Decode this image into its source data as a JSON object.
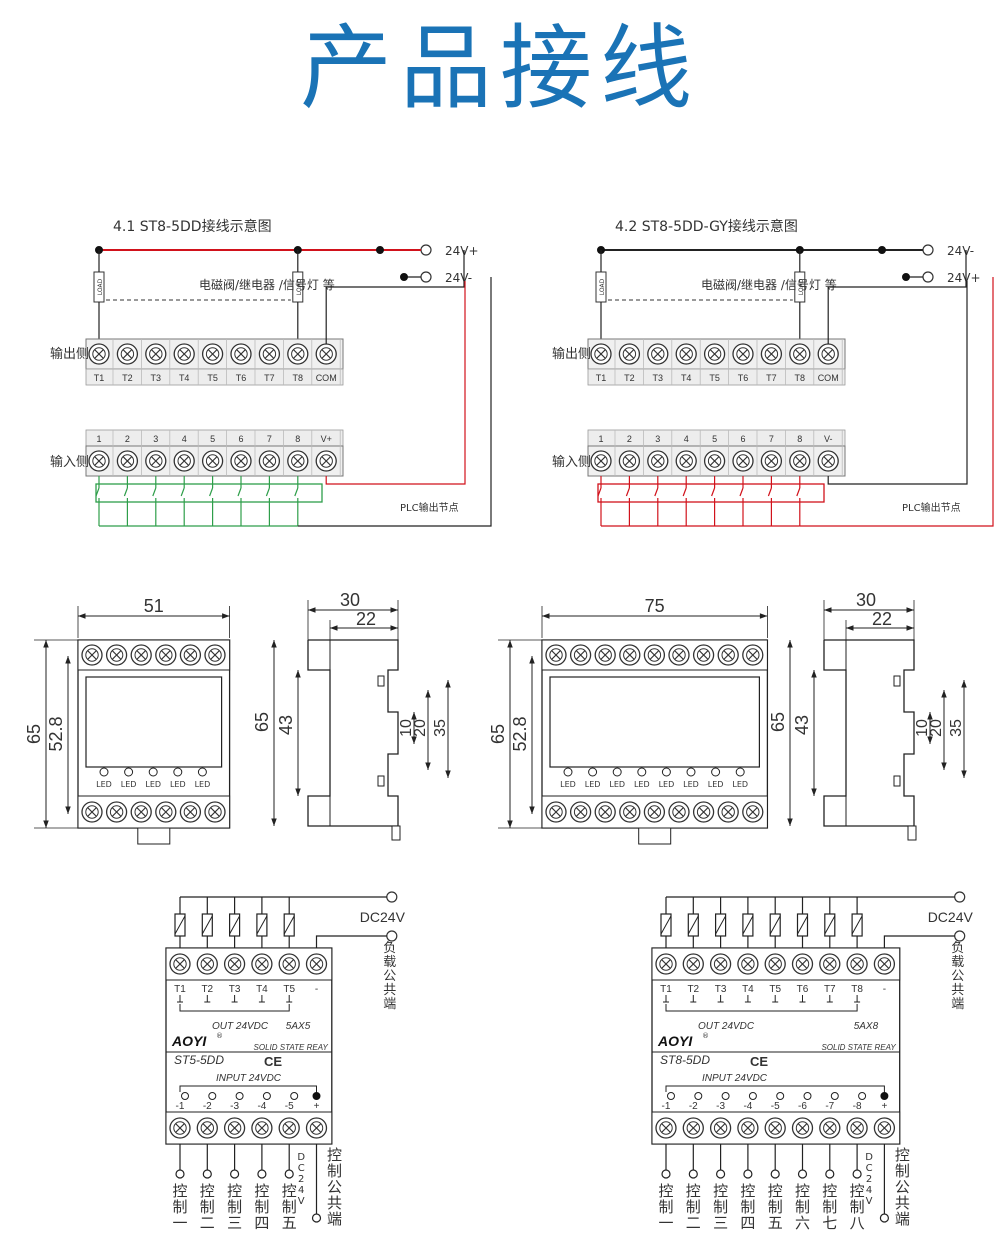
{
  "title": "产品接线",
  "wiring": [
    {
      "heading": "4.1 ST8-5DD接线示意图",
      "supply_top": "24V+",
      "supply_bottom": "24V-",
      "load_note": "电磁阀/继电器 /信号灯 等",
      "load_label": "LOAD",
      "output_side": "输出侧",
      "input_side": "输入侧",
      "output_terminals": [
        "T1",
        "T2",
        "T3",
        "T4",
        "T5",
        "T6",
        "T7",
        "T8",
        "COM"
      ],
      "input_terminals": [
        "1",
        "2",
        "3",
        "4",
        "5",
        "6",
        "7",
        "8",
        "V+"
      ],
      "plc_label": "PLC输出节点",
      "switch_color": "#2e9e4a",
      "top_rail_color": "#d1121b"
    },
    {
      "heading": "4.2 ST8-5DD-GY接线示意图",
      "supply_top": "24V-",
      "supply_bottom": "24V+",
      "load_note": "电磁阀/继电器 /信号灯 等",
      "load_label": "LOAD",
      "output_side": "输出侧",
      "input_side": "输入侧",
      "output_terminals": [
        "T1",
        "T2",
        "T3",
        "T4",
        "T5",
        "T6",
        "T7",
        "T8",
        "COM"
      ],
      "input_terminals": [
        "1",
        "2",
        "3",
        "4",
        "5",
        "6",
        "7",
        "8",
        "V-"
      ],
      "plc_label": "PLC输出节点",
      "switch_color": "#d1121b",
      "top_rail_color": "#222222"
    }
  ],
  "dimensions": {
    "front_small": {
      "width": "51",
      "height": "65",
      "inner_height": "52.8",
      "led_label": "LED",
      "leds": 5
    },
    "side_small": {
      "depth": "30",
      "inner_depth": "22",
      "height": "43",
      "h65": "65",
      "rail": "10",
      "d20": "20",
      "d35": "35"
    },
    "front_large": {
      "width": "75",
      "height": "65",
      "inner_height": "52.8",
      "led_label": "LED",
      "leds": 8
    },
    "side_large": {
      "depth": "30",
      "inner_depth": "22",
      "height": "43",
      "h65": "65",
      "rail": "10",
      "d20": "20",
      "d35": "35"
    }
  },
  "schematics": [
    {
      "supply": "DC24V",
      "load_common": "负载公共端",
      "out_terms": [
        "T1",
        "T2",
        "T3",
        "T4",
        "T5",
        "-"
      ],
      "out_rating": "OUT 24VDC",
      "out_code": "5AX5",
      "brand": "AOYI",
      "brand_mark": "®",
      "ssr": "SOLID STATE REAY",
      "model": "ST5-5DD",
      "ce": "CE",
      "in_rating": "INPUT 24VDC",
      "in_terms": [
        "-1",
        "-2",
        "-3",
        "-4",
        "-5",
        "+"
      ],
      "controls": [
        "控制一",
        "控制二",
        "控制三",
        "控制四",
        "控制五"
      ],
      "in_supply": "DC24V",
      "control_common": "控制公共端"
    },
    {
      "supply": "DC24V",
      "load_common": "负载公共端",
      "out_terms": [
        "T1",
        "T2",
        "T3",
        "T4",
        "T5",
        "T6",
        "T7",
        "T8",
        "-"
      ],
      "out_rating": "OUT 24VDC",
      "out_code": "5AX8",
      "brand": "AOYI",
      "brand_mark": "®",
      "ssr": "SOLID STATE REAY",
      "model": "ST8-5DD",
      "ce": "CE",
      "in_rating": "INPUT 24VDC",
      "in_terms": [
        "-1",
        "-2",
        "-3",
        "-4",
        "-5",
        "-6",
        "-7",
        "-8",
        "+"
      ],
      "controls": [
        "控制一",
        "控制二",
        "控制三",
        "控制四",
        "控制五",
        "控制六",
        "控制七",
        "控制八"
      ],
      "in_supply": "DC24V",
      "control_common": "控制公共端"
    }
  ]
}
